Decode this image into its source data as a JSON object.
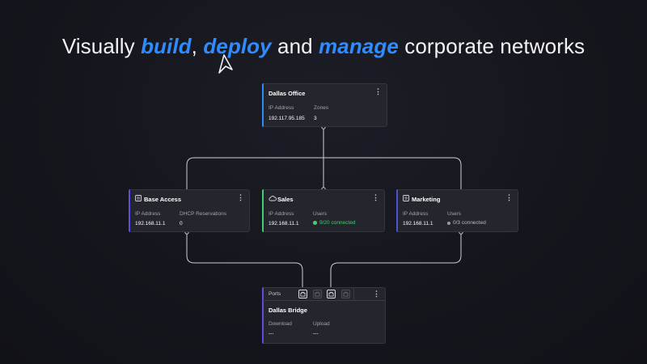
{
  "headline": {
    "prefix": "Visually ",
    "build": "build",
    "comma": ",",
    "deploy": "deploy",
    "and": " and ",
    "manage": "manage",
    "suffix": " corporate networks"
  },
  "colors": {
    "accent": "#2f8cff",
    "hq_stripe": "#2f8cff",
    "base_stripe": "#5b4fe0",
    "sales_stripe": "#3ed06e",
    "marketing_stripe": "#4c52d8",
    "bridge_stripe": "#5b4fe0",
    "card_bg": "#24252d",
    "wire": "#cfd0d6"
  },
  "nodes": {
    "dallas_office": {
      "title": "Dallas Office",
      "ip_label": "IP Address",
      "ip_value": "192.117.95.185",
      "zones_label": "Zones",
      "zones_value": "3",
      "menu": "⋮"
    },
    "base_access": {
      "title": "Base Access",
      "icon": "hierarchy-icon",
      "ip_label": "IP Address",
      "ip_value": "192.168.11.1",
      "dhcp_label": "DHCP Reservations",
      "dhcp_value": "0",
      "menu": "⋮"
    },
    "sales": {
      "title": "Sales",
      "icon": "cloud-icon",
      "ip_label": "IP Address",
      "ip_value": "192.168.11.1",
      "users_label": "Users",
      "users_value": "9/20 connected",
      "menu": "⋮"
    },
    "marketing": {
      "title": "Marketing",
      "icon": "hierarchy-icon",
      "ip_label": "IP Address",
      "ip_value": "192.168.11.1",
      "users_label": "Users",
      "users_value": "0/3 connected",
      "menu": "⋮"
    },
    "dallas_bridge": {
      "ports_label": "Ports",
      "title": "Dallas Bridge",
      "download_label": "Download",
      "download_value": "---",
      "upload_label": "Upload",
      "upload_value": "---",
      "menu": "⋮"
    }
  }
}
